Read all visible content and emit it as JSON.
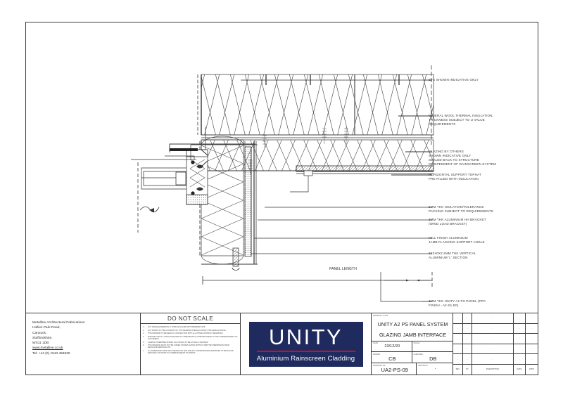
{
  "sheet": {
    "annotations": [
      {
        "id": "sfs",
        "text": "SFS SHOWN INDICATIVE ONLY"
      },
      {
        "id": "mineral-wool",
        "text": "MINERAL WOOL THERMAL INSULATION.\nTHICKNESS SUBJECT TO U VALUE\nREQUIREMENTS"
      },
      {
        "id": "glazing",
        "text": "GLAZING BY OTHERS\nSHOWN INDICATIVE ONLY\nSEALED BACK TO STRUCTURE\nINDEPENDENT OF RAINSCREEN SYSTEM"
      },
      {
        "id": "tophat",
        "text": "HORIZONTAL SUPPORT TOPHAT\nPRE FILLED WITH INSULATION"
      },
      {
        "id": "isolation",
        "text": "5MM THK ISOLATION/TOLERANCE\nPACKING SUBJECT TO REQUIREMENTS"
      },
      {
        "id": "hh-bracket",
        "text": "3MM THK ALUMINIUM HH BRACKET\n(WIND LOAD BRACKET)"
      },
      {
        "id": "jamb-flashing",
        "text": "MILL FINISH ALUMINIUM\nJAMB FLASHING SUPPORT ANGLE"
      },
      {
        "id": "l-section",
        "text": "60X40X2.2MM THK VERTICAL\nALUMINIUM 'L' SECTION"
      },
      {
        "id": "ps-panel",
        "text": "3MM THK UNITY A2 PS PANEL (PPC\nFINISH - A2-S1,D0)"
      }
    ],
    "dimension_label": "PANEL LENGTH"
  },
  "title_block": {
    "company": {
      "name": "Metalline Architectural Fabrications",
      "address_line_1": "Hollies Park Road,",
      "address_line_2": "Cannock,",
      "address_line_3": "Staffordshire,",
      "postcode": "WS11 1DB",
      "website": "www.metalline.co.uk",
      "telephone": "Tel: +44 (0) 1543 456930"
    },
    "notes": {
      "heading": "DO NOT SCALE",
      "items": [
        {
          "num": "1.",
          "text": "ANY DAMAGE/ARWEFTAL'S TO BE INSULATED WITH BARRIER TAPE"
        },
        {
          "num": "2.",
          "text": "ANY DOUBT OF THE CONTENTS OF THIS DRAWING PLEASE CONTACT THE DESIGN OFFICE"
        },
        {
          "num": "3.",
          "text": "THIS DRAWING TO BE READ IN CONJUNCTION WITH ALL OTHER CONTRACT DRAWINGS"
        },
        {
          "num": "4.",
          "text": "ENSURE THAT ALL STRUCTURE AND ANY DIMENSIONS IS CHECKED PRIOR TO THE COMMENCEMENT OF OUR WORKS"
        },
        {
          "num": "5.",
          "text": "UNLESS OTHERWISE STATED, ALL FIXINGS TO BE AT 400mm CENTRES"
        },
        {
          "num": "6.",
          "text": "THIS DRAWING MUST NOT BE COPIED OR REPLICATED WITHOUT WRITTEN PERMISSION FROM METALLINE SERVICES LTD"
        },
        {
          "num": "7.",
          "text": "ALL DIMENSIONS MUST BE CHECKED ON SITE AND ANY DISCREPANCIES REPORTED TO METALLINE SERVICES LTD PRIOR TO COMMENCEMENT OF WORKS"
        }
      ]
    },
    "logo": {
      "brand": "UNITY",
      "tagline": "Aluminium Rainscreen Cladding",
      "background_color": "#1f2a5e",
      "rule_color": "#c8102e"
    },
    "fields": {
      "drawing_title_label": "DRAWING TITLE",
      "drawing_title_line_1": "UNITY A2 PS PANEL SYSTEM",
      "drawing_title_line_2": "GLAZING JAMB INTERFACE",
      "date_label": "DATE",
      "date_value": "23/12/20",
      "scale_label": "SCALE",
      "scale_value": "",
      "drawn_label": "DRAWN",
      "drawn_value": "CB",
      "checked_label": "CHECKED",
      "checked_value": "DB",
      "drawing_no_label": "DRAWING No.",
      "drawing_no_value": "UA2-PS-09",
      "revision_label": "REVISION",
      "revision_value": "-"
    },
    "revision_table": {
      "headers": {
        "rev": "REV",
        "by": "BY",
        "description": "DESCRIPTION",
        "date": "DATE",
        "chkd": "CHKD"
      },
      "rows": [
        {
          "rev": "-",
          "by": "-",
          "description": "-",
          "date": "-",
          "chkd": "-"
        },
        {
          "rev": "-",
          "by": "-",
          "description": "-",
          "date": "-",
          "chkd": "-"
        },
        {
          "rev": "-",
          "by": "-",
          "description": "-",
          "date": "-",
          "chkd": "-"
        },
        {
          "rev": "-",
          "by": "-",
          "description": "-",
          "date": "-",
          "chkd": "-"
        },
        {
          "rev": "-",
          "by": "-",
          "description": "-",
          "date": "-",
          "chkd": "-"
        }
      ]
    }
  }
}
